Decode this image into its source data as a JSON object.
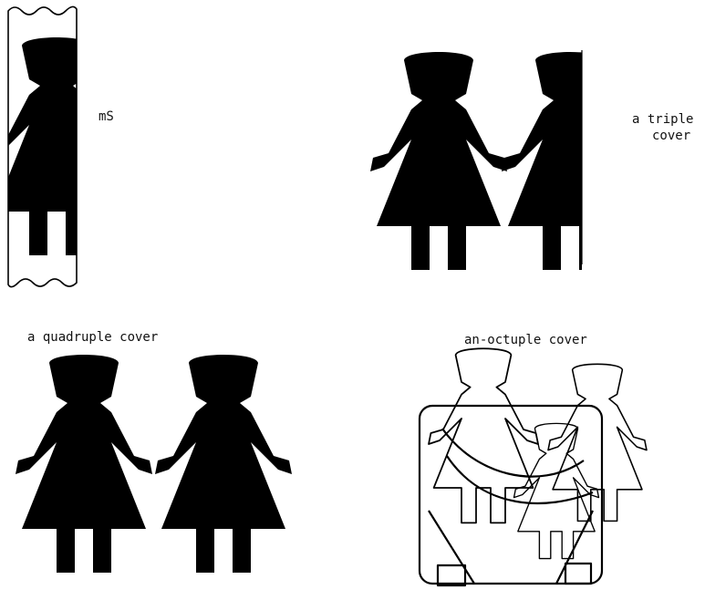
{
  "labels": {
    "single": "mS",
    "triple_line1": "a triple",
    "triple_line2": "cover",
    "quadruple": "a quadruple cover",
    "octuple": "an-octuple cover"
  },
  "colors": {
    "ink": "#000000",
    "paper": "#ffffff"
  }
}
